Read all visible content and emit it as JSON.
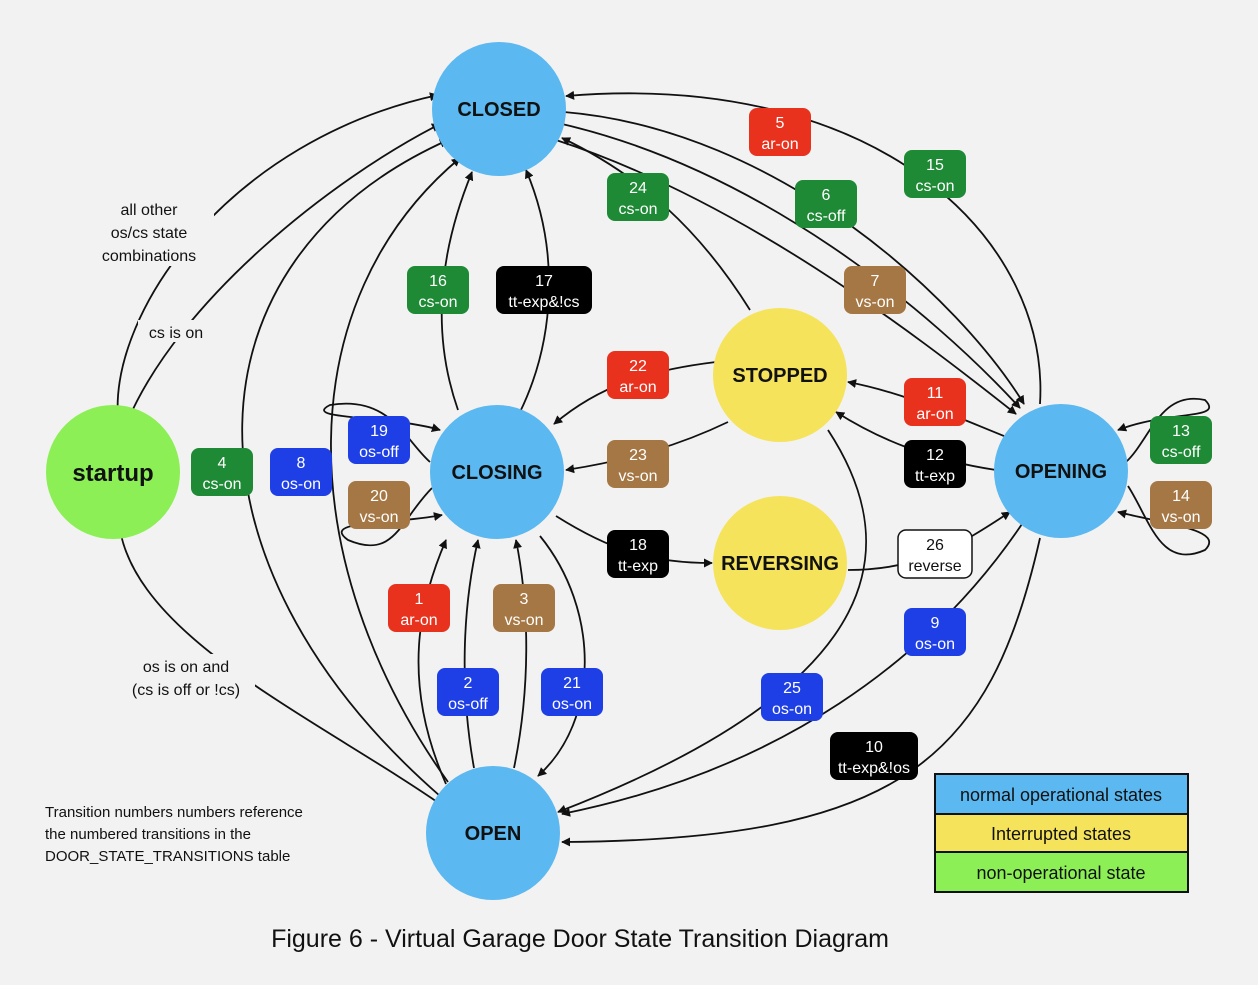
{
  "states": {
    "closed": {
      "label": "CLOSED",
      "color": "#5bb8f0"
    },
    "closing": {
      "label": "CLOSING",
      "color": "#5bb8f0"
    },
    "open": {
      "label": "OPEN",
      "color": "#5bb8f0"
    },
    "opening": {
      "label": "OPENING",
      "color": "#5bb8f0"
    },
    "stopped": {
      "label": "STOPPED",
      "color": "#f5e35c"
    },
    "reversing": {
      "label": "REVERSING",
      "color": "#f5e35c"
    },
    "startup": {
      "label": "startup",
      "color": "#8cef55"
    }
  },
  "transitions": [
    {
      "id": "t1",
      "num": "1",
      "cond": "ar-on",
      "color": "#e8321e"
    },
    {
      "id": "t2",
      "num": "2",
      "cond": "os-off",
      "color": "#1f3fe6"
    },
    {
      "id": "t3",
      "num": "3",
      "cond": "vs-on",
      "color": "#a57744"
    },
    {
      "id": "t4",
      "num": "4",
      "cond": "cs-on",
      "color": "#1e8a35"
    },
    {
      "id": "t5",
      "num": "5",
      "cond": "ar-on",
      "color": "#e8321e"
    },
    {
      "id": "t6",
      "num": "6",
      "cond": "cs-off",
      "color": "#1e8a35"
    },
    {
      "id": "t7",
      "num": "7",
      "cond": "vs-on",
      "color": "#a57744"
    },
    {
      "id": "t8",
      "num": "8",
      "cond": "os-on",
      "color": "#1f3fe6"
    },
    {
      "id": "t9",
      "num": "9",
      "cond": "os-on",
      "color": "#1f3fe6"
    },
    {
      "id": "t10",
      "num": "10",
      "cond": "tt-exp&!os",
      "color": "#000000"
    },
    {
      "id": "t11",
      "num": "11",
      "cond": "ar-on",
      "color": "#e8321e"
    },
    {
      "id": "t12",
      "num": "12",
      "cond": "tt-exp",
      "color": "#000000"
    },
    {
      "id": "t13",
      "num": "13",
      "cond": "cs-off",
      "color": "#1e8a35"
    },
    {
      "id": "t14",
      "num": "14",
      "cond": "vs-on",
      "color": "#a57744"
    },
    {
      "id": "t15",
      "num": "15",
      "cond": "cs-on",
      "color": "#1e8a35"
    },
    {
      "id": "t16",
      "num": "16",
      "cond": "cs-on",
      "color": "#1e8a35"
    },
    {
      "id": "t17",
      "num": "17",
      "cond": "tt-exp&!cs",
      "color": "#000000"
    },
    {
      "id": "t18",
      "num": "18",
      "cond": "tt-exp",
      "color": "#000000"
    },
    {
      "id": "t19",
      "num": "19",
      "cond": "os-off",
      "color": "#1f3fe6"
    },
    {
      "id": "t20",
      "num": "20",
      "cond": "vs-on",
      "color": "#a57744"
    },
    {
      "id": "t21",
      "num": "21",
      "cond": "os-on",
      "color": "#1f3fe6"
    },
    {
      "id": "t22",
      "num": "22",
      "cond": "ar-on",
      "color": "#e8321e"
    },
    {
      "id": "t23",
      "num": "23",
      "cond": "vs-on",
      "color": "#a57744"
    },
    {
      "id": "t24",
      "num": "24",
      "cond": "cs-on",
      "color": "#1e8a35"
    },
    {
      "id": "t25",
      "num": "25",
      "cond": "os-on",
      "color": "#1f3fe6"
    },
    {
      "id": "t26",
      "num": "26",
      "cond": "reverse",
      "color": "#ffffff"
    }
  ],
  "startup_labels": {
    "all_other": [
      "all other",
      "os/cs state",
      "combinations"
    ],
    "cs_on": "cs is on",
    "os_on": [
      "os is on and",
      "(cs is off or !cs)"
    ]
  },
  "note": [
    "Transition numbers numbers reference",
    "the numbered transitions in the",
    "DOOR_STATE_TRANSITIONS table"
  ],
  "legend": [
    {
      "label": "normal operational states",
      "color": "#5bb8f0"
    },
    {
      "label": "Interrupted states",
      "color": "#f5e35c"
    },
    {
      "label": "non-operational state",
      "color": "#8cef55"
    }
  ],
  "caption": "Figure 6 - Virtual Garage Door State Transition Diagram"
}
